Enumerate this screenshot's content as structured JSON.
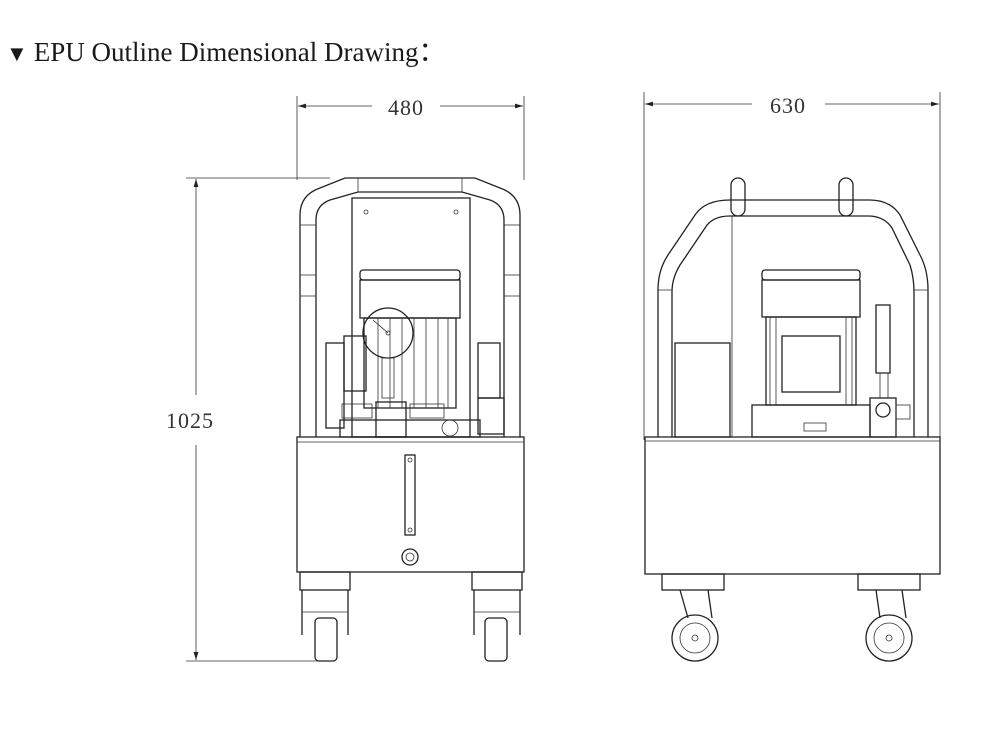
{
  "title": {
    "marker": "▼",
    "text": "EPU Outline Dimensional Drawing："
  },
  "dimensions": {
    "front_width": "480",
    "side_width": "630",
    "height": "1025"
  }
}
